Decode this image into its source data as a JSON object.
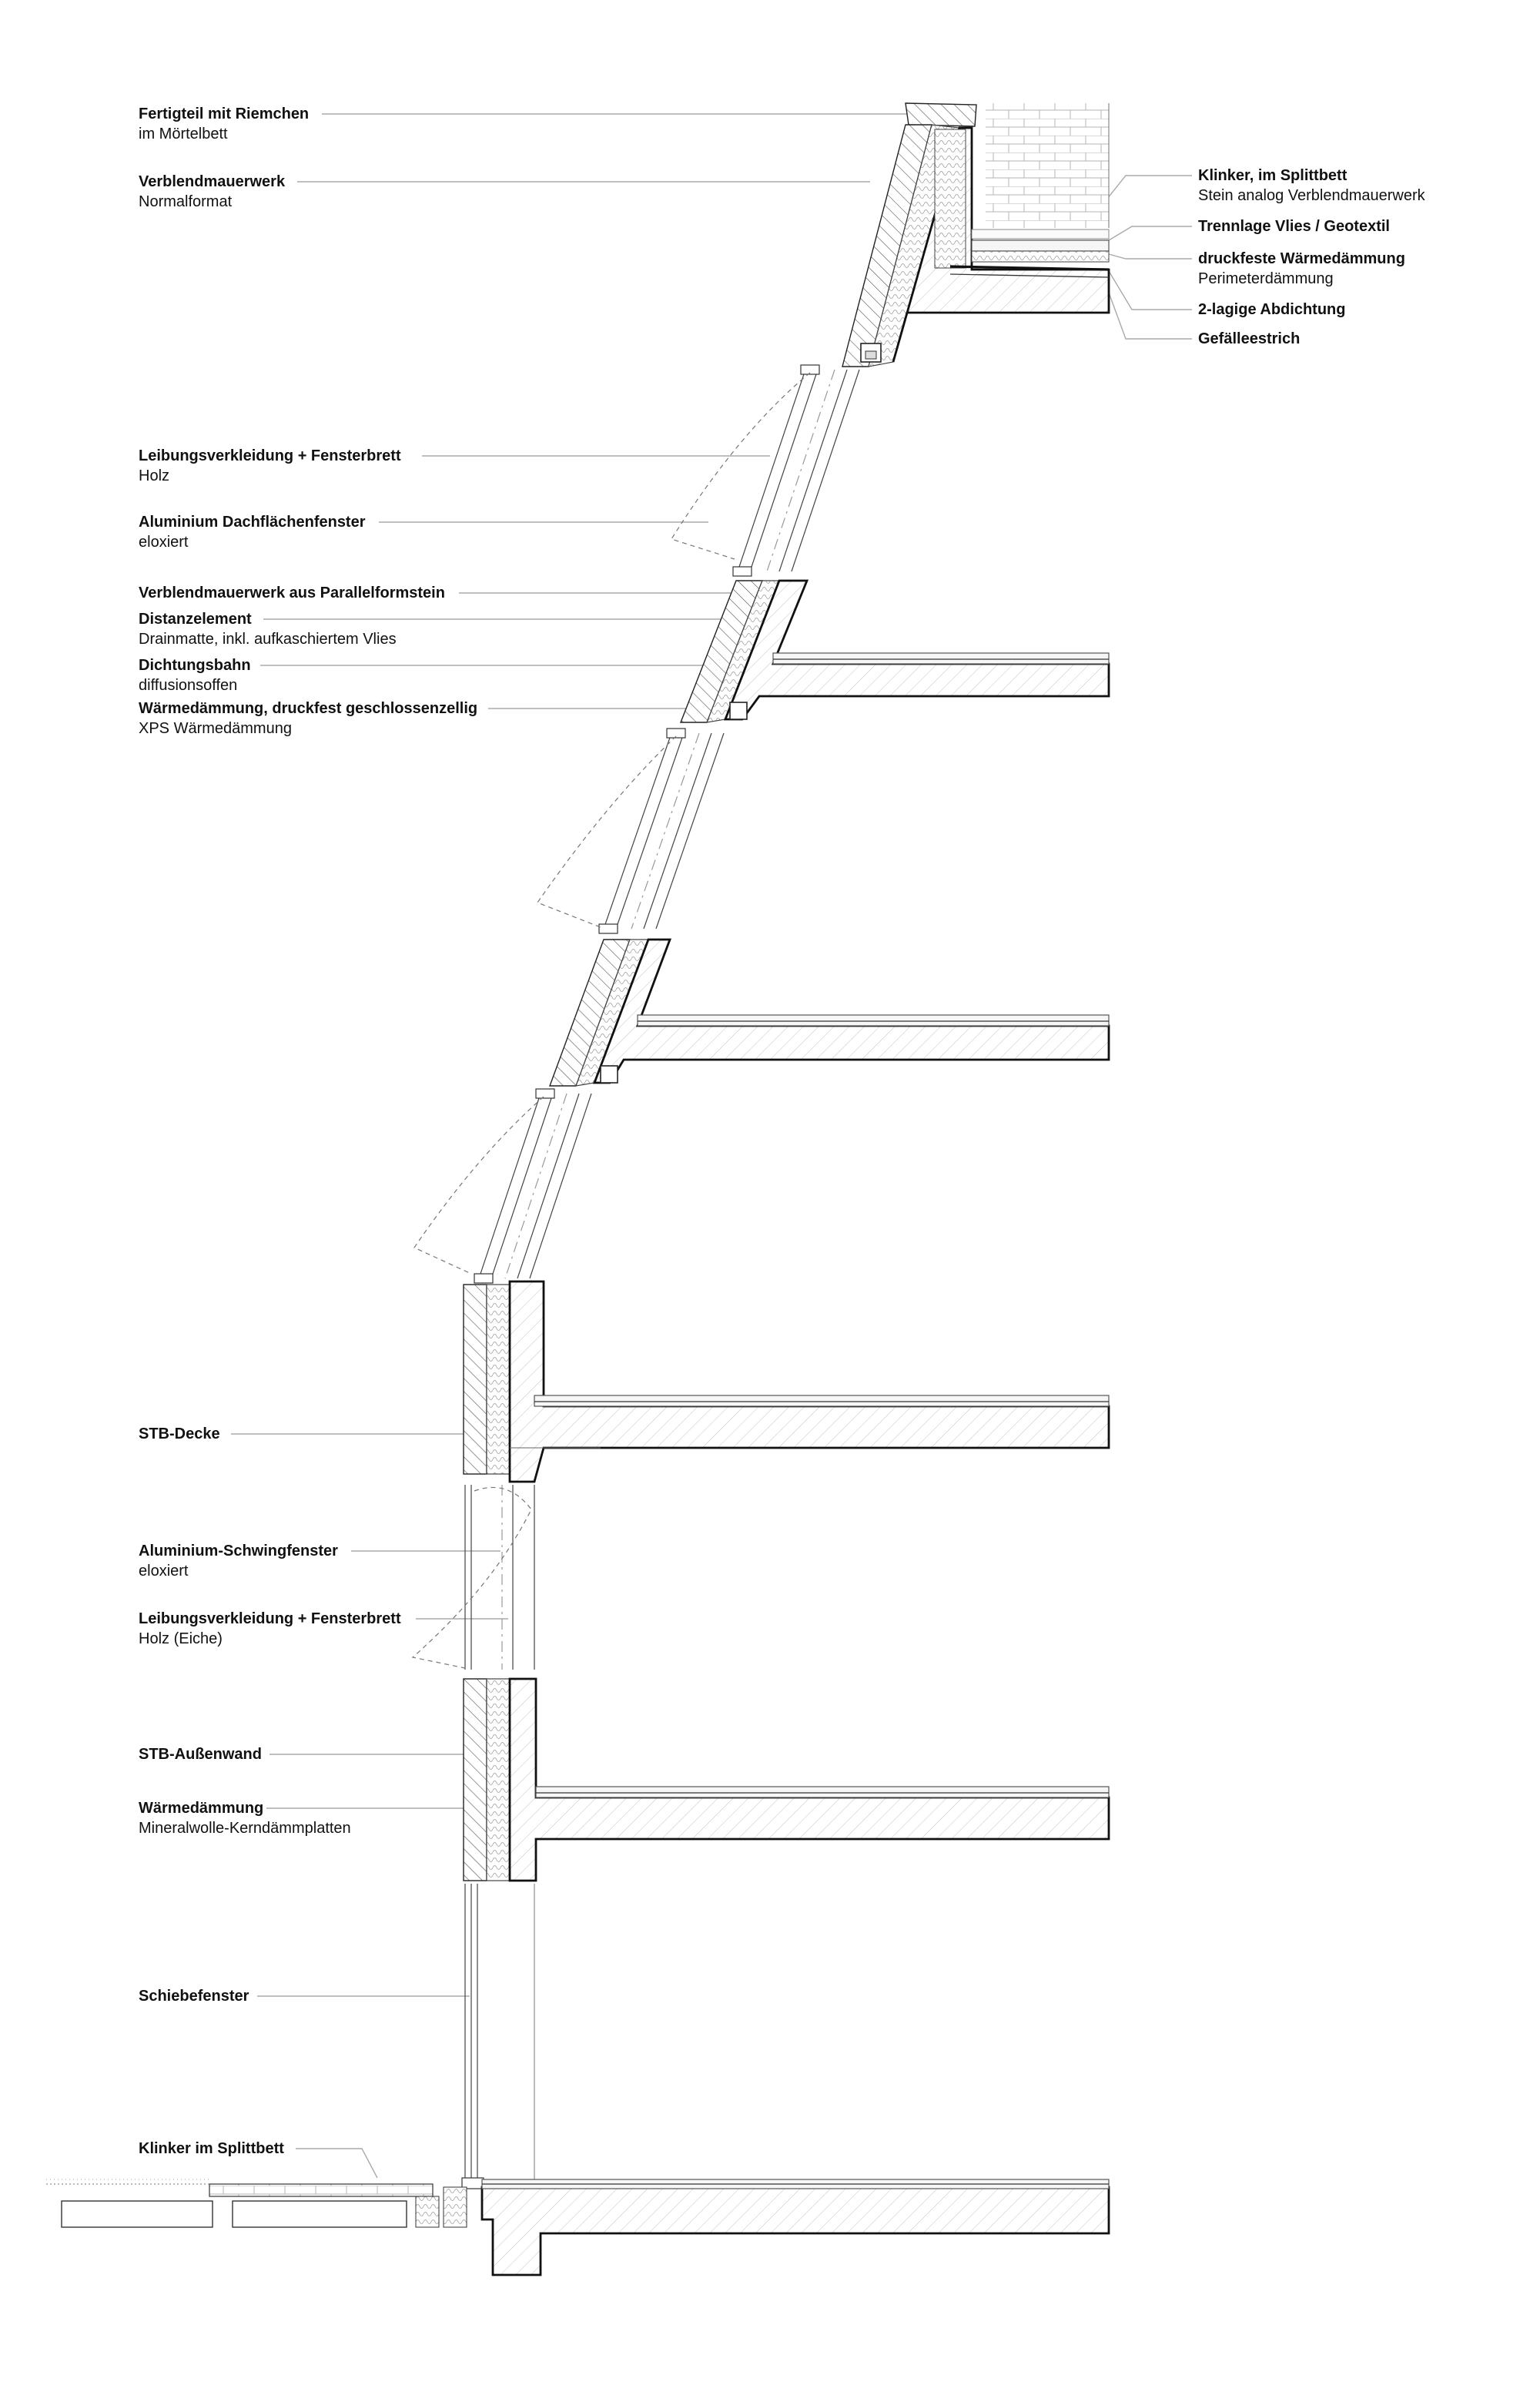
{
  "labels": {
    "fertigteil_title": "Fertigteil mit Riemchen",
    "fertigteil_sub": "im Mörtelbett",
    "verblend_title": "Verblendmauerwerk",
    "verblend_sub": "Normalformat",
    "klinker_title": "Klinker, im Splittbett",
    "klinker_sub": "Stein analog Verblendmauerwerk",
    "trennlage_title": "Trennlage Vlies / Geotextil",
    "druckfest_title": "druckfeste Wärmedämmung",
    "druckfest_sub": "Perimeterdämmung",
    "abdichtung_title": "2-lagige Abdichtung",
    "gefaelle_title": "Gefälleestrich",
    "leibung1_title": "Leibungsverkleidung + Fensterbrett",
    "leibung1_sub": "Holz",
    "dachfenster_title": "Aluminium Dachflächenfenster",
    "dachfenster_sub": "eloxiert",
    "parallel_title": "Verblendmauerwerk aus Parallelformstein",
    "distanz_title": "Distanzelement",
    "distanz_sub": "Drainmatte, inkl. aufkaschiertem Vlies",
    "dichtung_title": "Dichtungsbahn",
    "dichtung_sub": "diffusionsoffen",
    "xps_title": "Wärmedämmung, druckfest geschlossenzellig",
    "xps_sub": "XPS Wärmedämmung",
    "stbdecke_title": "STB-Decke",
    "schwing_title": "Aluminium-Schwingfenster",
    "schwing_sub": "eloxiert",
    "leibung2_title": "Leibungsverkleidung + Fensterbrett",
    "leibung2_sub": "Holz (Eiche)",
    "stbwand_title": "STB-Außenwand",
    "mineral_title": "Wärmedämmung",
    "mineral_sub": "Mineralwolle-Kerndämmplatten",
    "schiebe_title": "Schiebefenster",
    "klinker2_title": "Klinker im Splittbett"
  },
  "colors": {
    "ink": "#111111",
    "leader": "#aaaaaa",
    "background": "#ffffff"
  }
}
